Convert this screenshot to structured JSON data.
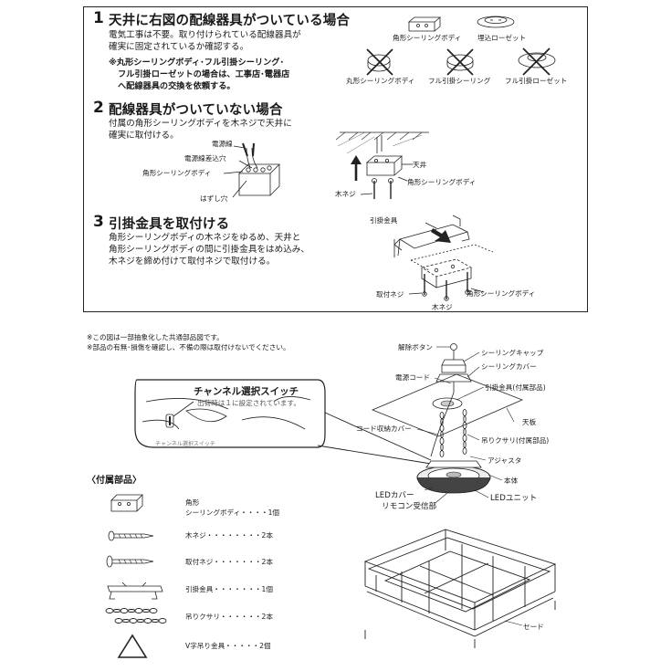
{
  "steps": [
    {
      "num": "1",
      "title": "天井に右図の配線器具がついている場合",
      "body": [
        "電気工事は不要。取り付けられている配線器具が",
        "確実に固定されているか確認する。"
      ],
      "note": [
        "※丸形シーリングボディ･フル引掛シーリング･",
        "フル引掛ローゼットの場合は、工事店･電器店",
        "へ配線器具の交換を依頼する。"
      ]
    },
    {
      "num": "2",
      "title": "配線器具がついていない場合",
      "body": [
        "付属の角形シーリングボディを木ネジで天井に",
        "確実に取付ける。"
      ]
    },
    {
      "num": "3",
      "title": "引掛金具を取付ける",
      "body": [
        "角形シーリングボディの木ネジをゆるめ、天井と",
        "角形シーリングボディの間に引掛金具をはめ込み、",
        "木ネジを締め付けて取付ネジで取付ける。"
      ]
    }
  ],
  "fixtures": {
    "ok": [
      "角形シーリングボディ",
      "埋込ローゼット"
    ],
    "ng": [
      "丸形シーリングボディ",
      "フル引掛シーリング",
      "フル引掛ローゼット"
    ]
  },
  "fig2": {
    "left": [
      "電源線",
      "電源線差込穴",
      "角形シーリングボディ",
      "はずし穴"
    ],
    "right": [
      "天井",
      "角形シーリングボディ",
      "木ネジ"
    ]
  },
  "fig3": [
    "引掛金具",
    "取付ネジ",
    "木ネジ",
    "角形シーリングボディ"
  ],
  "notes": [
    "※この図は一部抽象化した共通部品図です。",
    "※部品の有無･損傷を確認し、不備の際は取付けないでください。"
  ],
  "switch": {
    "title": "チャンネル選択スイッチ",
    "sub": "出荷時は１に設定されています。"
  },
  "parts": [
    "解除ボタン",
    "シーリングキャップ",
    "シーリングカバー",
    "電源コード",
    "引掛金具(付属部品)",
    "天板",
    "コード収納カバー",
    "吊りクサリ(付属部品)",
    "アジャスタ",
    "本体",
    "LEDカバー",
    "LEDユニット",
    "リモコン受信部",
    "セード"
  ],
  "accessories": {
    "title": "〈付属部品〉",
    "items": [
      {
        "name": "角形\nシーリングボディ・・・・1個"
      },
      {
        "name": "木ネジ・・・・・・・・2本"
      },
      {
        "name": "取付ネジ・・・・・・・2本"
      },
      {
        "name": "引掛金具・・・・・・・1個"
      },
      {
        "name": "吊りクサリ・・・・・・2本"
      },
      {
        "name": "V字吊り金具・・・・・2個"
      }
    ]
  }
}
